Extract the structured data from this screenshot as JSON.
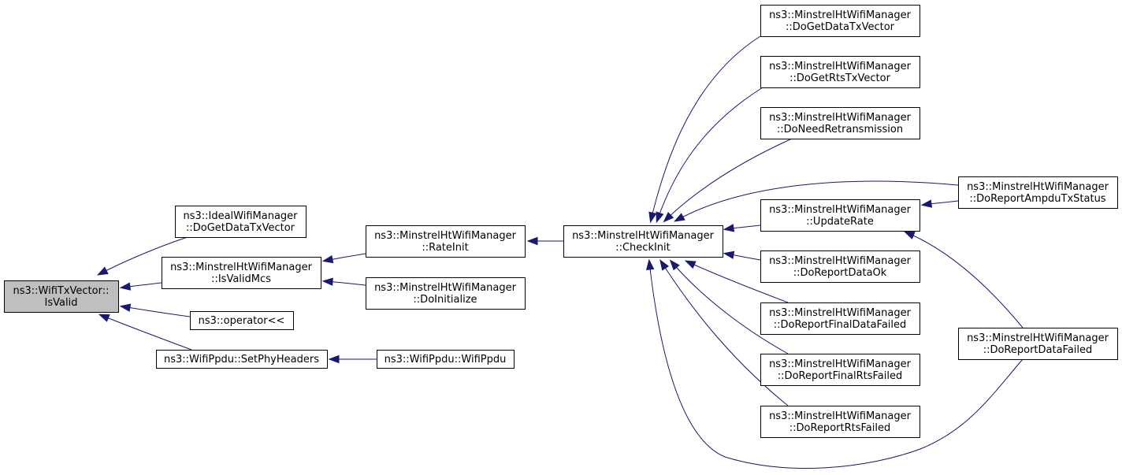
{
  "diagram": {
    "type": "call-graph",
    "nodes": [
      {
        "id": "root",
        "lines": [
          "ns3::WifiTxVector::",
          "IsValid"
        ],
        "highlighted": true
      },
      {
        "id": "ideal_dogetdata",
        "lines": [
          "ns3::IdealWifiManager",
          "::DoGetDataTxVector"
        ]
      },
      {
        "id": "mh_isvalidmcs",
        "lines": [
          "ns3::MinstrelHtWifiManager",
          "::IsValidMcs"
        ]
      },
      {
        "id": "operator_ltlt",
        "lines": [
          "ns3::operator<<"
        ]
      },
      {
        "id": "ppdu_setphy",
        "lines": [
          "ns3::WifiPpdu::SetPhyHeaders"
        ]
      },
      {
        "id": "mh_rateinit",
        "lines": [
          "ns3::MinstrelHtWifiManager",
          "::RateInit"
        ]
      },
      {
        "id": "mh_doinitialize",
        "lines": [
          "ns3::MinstrelHtWifiManager",
          "::DoInitialize"
        ]
      },
      {
        "id": "ppdu_ctor",
        "lines": [
          "ns3::WifiPpdu::WifiPpdu"
        ]
      },
      {
        "id": "mh_checkinit",
        "lines": [
          "ns3::MinstrelHtWifiManager",
          "::CheckInit"
        ]
      },
      {
        "id": "mh_dogetdata",
        "lines": [
          "ns3::MinstrelHtWifiManager",
          "::DoGetDataTxVector"
        ]
      },
      {
        "id": "mh_dogetrts",
        "lines": [
          "ns3::MinstrelHtWifiManager",
          "::DoGetRtsTxVector"
        ]
      },
      {
        "id": "mh_doneedretx",
        "lines": [
          "ns3::MinstrelHtWifiManager",
          "::DoNeedRetransmission"
        ]
      },
      {
        "id": "mh_updaterate",
        "lines": [
          "ns3::MinstrelHtWifiManager",
          "::UpdateRate"
        ]
      },
      {
        "id": "mh_doreportdataok",
        "lines": [
          "ns3::MinstrelHtWifiManager",
          "::DoReportDataOk"
        ]
      },
      {
        "id": "mh_doreportfinaldata",
        "lines": [
          "ns3::MinstrelHtWifiManager",
          "::DoReportFinalDataFailed"
        ]
      },
      {
        "id": "mh_doreportfinalrts",
        "lines": [
          "ns3::MinstrelHtWifiManager",
          "::DoReportFinalRtsFailed"
        ]
      },
      {
        "id": "mh_doreportrts",
        "lines": [
          "ns3::MinstrelHtWifiManager",
          "::DoReportRtsFailed"
        ]
      },
      {
        "id": "mh_doreportampdu",
        "lines": [
          "ns3::MinstrelHtWifiManager",
          "::DoReportAmpduTxStatus"
        ]
      },
      {
        "id": "mh_doreportdatafailed",
        "lines": [
          "ns3::MinstrelHtWifiManager",
          "::DoReportDataFailed"
        ]
      }
    ],
    "edges": [
      {
        "from": "ideal_dogetdata",
        "to": "root"
      },
      {
        "from": "mh_isvalidmcs",
        "to": "root"
      },
      {
        "from": "operator_ltlt",
        "to": "root"
      },
      {
        "from": "ppdu_setphy",
        "to": "root"
      },
      {
        "from": "mh_rateinit",
        "to": "mh_isvalidmcs"
      },
      {
        "from": "mh_doinitialize",
        "to": "mh_isvalidmcs"
      },
      {
        "from": "ppdu_ctor",
        "to": "ppdu_setphy"
      },
      {
        "from": "mh_checkinit",
        "to": "mh_rateinit"
      },
      {
        "from": "mh_dogetdata",
        "to": "mh_checkinit"
      },
      {
        "from": "mh_dogetrts",
        "to": "mh_checkinit"
      },
      {
        "from": "mh_doneedretx",
        "to": "mh_checkinit"
      },
      {
        "from": "mh_doreportampdu",
        "to": "mh_checkinit"
      },
      {
        "from": "mh_updaterate",
        "to": "mh_checkinit"
      },
      {
        "from": "mh_doreportdataok",
        "to": "mh_checkinit"
      },
      {
        "from": "mh_doreportfinaldata",
        "to": "mh_checkinit"
      },
      {
        "from": "mh_doreportfinalrts",
        "to": "mh_checkinit"
      },
      {
        "from": "mh_doreportrts",
        "to": "mh_checkinit"
      },
      {
        "from": "mh_doreportdatafailed",
        "to": "mh_checkinit"
      },
      {
        "from": "mh_doreportampdu",
        "to": "mh_updaterate"
      },
      {
        "from": "mh_doreportdatafailed",
        "to": "mh_updaterate"
      }
    ]
  }
}
